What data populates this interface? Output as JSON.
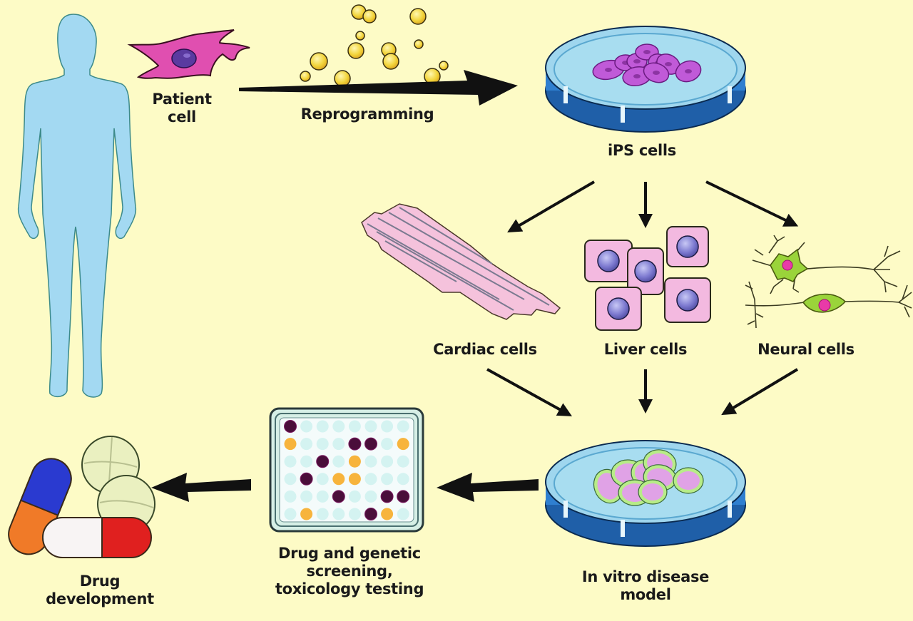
{
  "colors": {
    "background": "#fdfbc6",
    "body": "#a3d9f2",
    "patient_cell": "#e04fb0",
    "nucleus": "#5a3aa0",
    "reprogramming_factor": "#f2d43a",
    "dish_blue": "#2f7fd0",
    "dish_liquid": "#a8ddf0",
    "ips_cell": "#c05ad8",
    "cardiac": "#f5c2dc",
    "liver": "#f3b9e0",
    "liver_nucleus": "#7d7ad0",
    "neuron": "#9ad43a",
    "neuron_nucleus": "#e83aa8",
    "well_empty": "#d4f3f1",
    "well_purple": "#4a0e3a",
    "well_orange": "#f7b43c",
    "arrow": "#111111"
  },
  "labels": {
    "patient_cell": [
      "Patient",
      "cell"
    ],
    "reprogramming": "Reprogramming",
    "ips_cells": "iPS cells",
    "cardiac_cells": "Cardiac cells",
    "liver_cells": "Liver cells",
    "neural_cells": "Neural cells",
    "in_vitro": [
      "In vitro disease",
      "model"
    ],
    "screening": [
      "Drug and genetic",
      "screening,",
      "toxicology testing"
    ],
    "drug_development": [
      "Drug",
      "development"
    ]
  },
  "screening_plate": {
    "rows": 6,
    "cols": 8,
    "wells": [
      "P.......",
      "O...PP.O",
      "..P.O...",
      ".P.OO...",
      "...P..PP",
      ".O...PO."
    ]
  },
  "flow": [
    {
      "from": "Patient cell",
      "to": "iPS cells",
      "via": "Reprogramming"
    },
    {
      "from": "iPS cells",
      "to": "Cardiac cells"
    },
    {
      "from": "iPS cells",
      "to": "Liver cells"
    },
    {
      "from": "iPS cells",
      "to": "Neural cells"
    },
    {
      "from": "Cardiac cells",
      "to": "In vitro disease model"
    },
    {
      "from": "Liver cells",
      "to": "In vitro disease model"
    },
    {
      "from": "Neural cells",
      "to": "In vitro disease model"
    },
    {
      "from": "In vitro disease model",
      "to": "Drug and genetic screening, toxicology testing"
    },
    {
      "from": "Drug and genetic screening, toxicology testing",
      "to": "Drug development"
    }
  ]
}
